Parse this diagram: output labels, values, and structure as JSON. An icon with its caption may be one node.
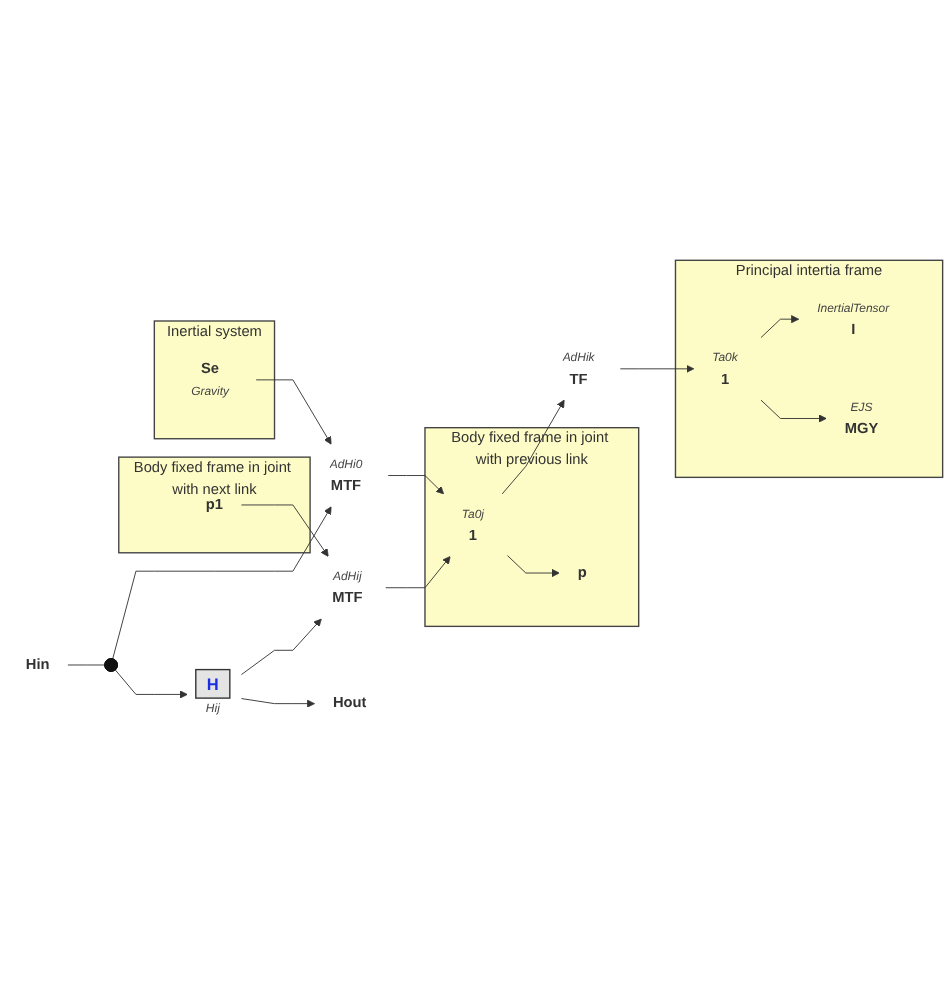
{
  "diagram": {
    "nodes": [
      {
        "text": [
          "Principal intertia frame"
        ]
      },
      {
        "text": [
          "I"
        ],
        "in": 0,
        "beside": [
          "InertialTensor"
        ]
      },
      {
        "text": [
          "1"
        ],
        "in": 0,
        "beside": [
          "Ta0k"
        ]
      },
      {
        "text": [
          "MGY"
        ],
        "in": 0,
        "beside": [
          "EJS"
        ]
      },
      {
        "text": [
          "TF"
        ],
        "beside": [
          "AdHik"
        ]
      },
      {
        "text": [
          "Body fixed frame in joint with previous link"
        ]
      },
      {
        "text": [
          "p"
        ],
        "in": 5
      },
      {
        "text": [
          "1"
        ],
        "in": 5,
        "beside": [
          "Ta0j"
        ]
      },
      {
        "text": [
          "Body fixed frame in joint with next link"
        ]
      },
      {
        "text": [
          "MTF"
        ],
        "beside": [
          "AdHij"
        ]
      },
      {
        "text": [
          "p1"
        ],
        "in": 8
      },
      {
        "text": [
          "MTF"
        ],
        "beside": [
          "AdHi0"
        ]
      },
      {
        "text": [
          "Inertial system"
        ]
      },
      {
        "text": [
          "Se"
        ],
        "in": 12,
        "beside": [
          "Gravity"
        ]
      },
      {
        "text": [
          "Hin"
        ]
      },
      {
        "text": [],
        "shape": "circle"
      },
      {
        "text": [
          "H"
        ],
        "beside": [
          "Hij"
        ]
      },
      {
        "text": [
          "Hout"
        ]
      }
    ],
    "edges": [
      {
        "from": 2,
        "to": 1,
        "arrow": "to"
      },
      {
        "from": 2,
        "to": 3,
        "arrow": "to"
      },
      {
        "from": 4,
        "to": 2,
        "arrow": "to"
      },
      {
        "from": 7,
        "to": 4,
        "arrow": "to"
      },
      {
        "from": 7,
        "to": 6,
        "arrow": "to"
      },
      {
        "from": 9,
        "to": 7,
        "arrow": "to"
      },
      {
        "from": 10,
        "to": 9,
        "arrow": "to"
      },
      {
        "from": 11,
        "to": 7,
        "arrow": "to"
      },
      {
        "from": 13,
        "to": 11,
        "arrow": "to"
      },
      {
        "from": 14,
        "to": 15,
        "arrow": "none"
      },
      {
        "from": 15,
        "to": 11,
        "arrow": "to"
      },
      {
        "from": 15,
        "to": 16,
        "arrow": "to"
      },
      {
        "from": 16,
        "to": 9,
        "arrow": "to"
      },
      {
        "from": 16,
        "to": 17,
        "arrow": "to"
      }
    ]
  }
}
